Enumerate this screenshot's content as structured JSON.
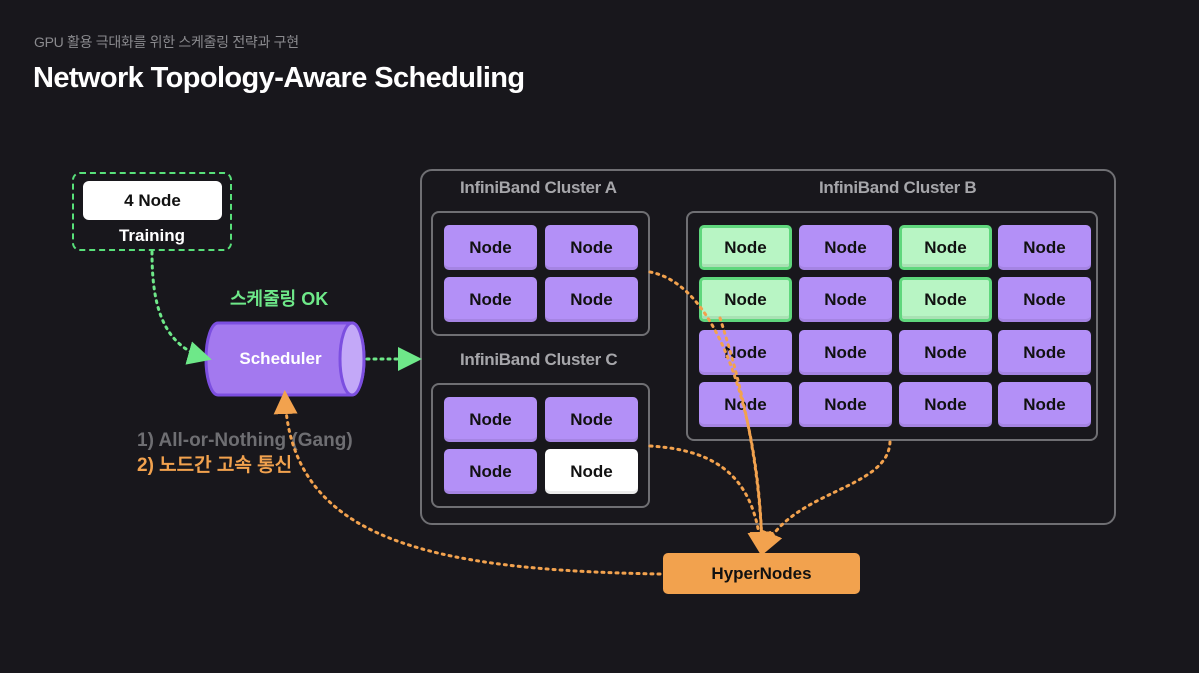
{
  "header": {
    "subtitle": "GPU 활용 극대화를 위한 스케줄링 전략과 구현",
    "title": "Network Topology-Aware Scheduling"
  },
  "job": {
    "chip": "4 Node",
    "label": "Training"
  },
  "scheduler": {
    "status": "스케줄링 OK",
    "label": "Scheduler"
  },
  "notes": {
    "line1": "1) All-or-Nothing (Gang)",
    "line2": "2) 노드간 고속 통신"
  },
  "clusters": {
    "a": {
      "title": "InfiniBand Cluster A"
    },
    "b": {
      "title": "InfiniBand Cluster B"
    },
    "c": {
      "title": "InfiniBand Cluster C"
    }
  },
  "node_label": "Node",
  "hypernodes": {
    "label": "HyperNodes"
  },
  "colors": {
    "background": "#18171c",
    "node": "#b390f7",
    "node_selected": "#b8f5c4",
    "node_free": "#ffffff",
    "accent_green": "#5fd77d",
    "accent_orange": "#f2a24e",
    "scheduler": "#a379ef"
  }
}
